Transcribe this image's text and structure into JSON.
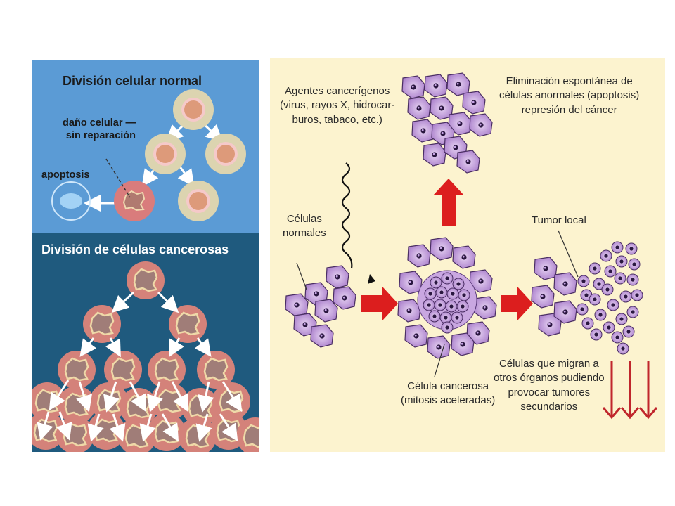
{
  "normal_panel": {
    "title": "División celular normal",
    "damage_label": "daño celular —\nsin reparación",
    "apoptosis_label": "apoptosis"
  },
  "cancer_panel": {
    "title": "División de células cancerosas"
  },
  "process_panel": {
    "carcinogens_label": "Agentes cancerígenos\n(virus, rayos X, hidrocar-\nburos, tabaco, etc.)",
    "normal_cells_label": "Células\nnormales",
    "apoptosis_label": "Eliminación espontánea de\ncélulas anormales (apoptosis)\nrepresión del cáncer",
    "cancer_cell_label": "Célula cancerosa\n(mitosis aceleradas)",
    "local_tumor_label": "Tumor local",
    "migrating_label": "Células que migran a\notros órganos pudiendo\nprovocar tumores\nsecundarios"
  },
  "colors": {
    "normal_bg": "#5b9bd5",
    "cancer_bg": "#1f5a7e",
    "process_bg": "#fcf3cf",
    "cell_purple": "#b48ad0",
    "arrow_red": "#dc1e1e"
  }
}
